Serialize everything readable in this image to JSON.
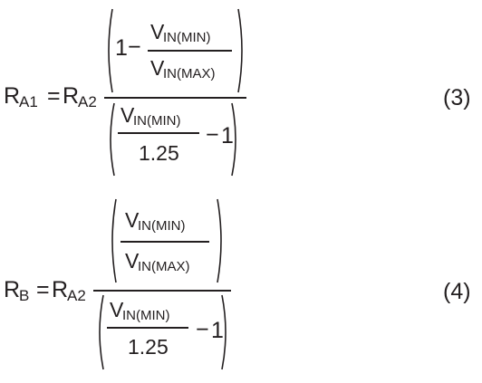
{
  "eq3": {
    "lhs_R": "R",
    "lhs_sub": "A1",
    "equals": "=",
    "rhs_R": "R",
    "rhs_sub": "A2",
    "num_one": "1",
    "num_minus": "−",
    "v1": "V",
    "v1_sub": "IN(MIN)",
    "v2": "V",
    "v2_sub": "IN(MAX)",
    "den_v": "V",
    "den_v_sub": "IN(MIN)",
    "den_const": "1.25",
    "den_minus": "−",
    "den_one": "1",
    "number": "(3)"
  },
  "eq4": {
    "lhs_R": "R",
    "lhs_sub": "B",
    "equals": "=",
    "rhs_R": "R",
    "rhs_sub": "A2",
    "v1": "V",
    "v1_sub": "IN(MIN)",
    "v2": "V",
    "v2_sub": "IN(MAX)",
    "den_v": "V",
    "den_v_sub": "IN(MIN)",
    "den_const": "1.25",
    "den_minus": "−",
    "den_one": "1",
    "number": "(4)"
  }
}
